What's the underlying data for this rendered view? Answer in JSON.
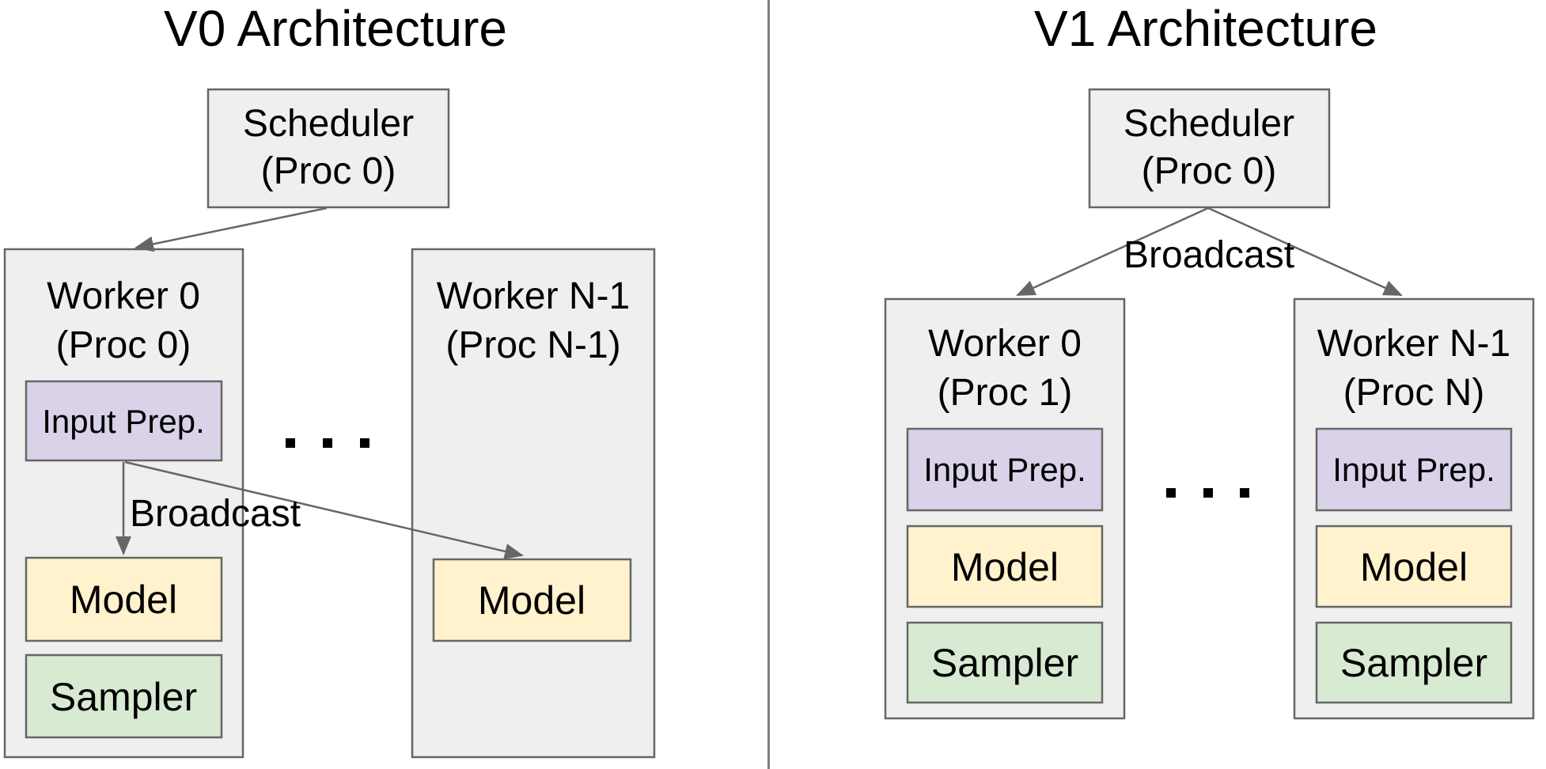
{
  "v0": {
    "title": "V0 Architecture",
    "scheduler": {
      "name": "Scheduler",
      "proc": "(Proc 0)"
    },
    "broadcast_label": "Broadcast",
    "worker0": {
      "name": "Worker 0",
      "proc": "(Proc 0)",
      "input_prep_label": "Input Prep.",
      "model_label": "Model",
      "sampler_label": "Sampler"
    },
    "workerN": {
      "name": "Worker N-1",
      "proc": "(Proc N-1)",
      "model_label": "Model"
    },
    "ellipsis": ". . ."
  },
  "v1": {
    "title": "V1 Architecture",
    "scheduler": {
      "name": "Scheduler",
      "proc": "(Proc 0)"
    },
    "broadcast_label": "Broadcast",
    "worker0": {
      "name": "Worker 0",
      "proc": "(Proc 1)",
      "input_prep_label": "Input Prep.",
      "model_label": "Model",
      "sampler_label": "Sampler"
    },
    "workerN": {
      "name": "Worker N-1",
      "proc": "(Proc N)",
      "input_prep_label": "Input Prep.",
      "model_label": "Model",
      "sampler_label": "Sampler"
    },
    "ellipsis": ". . ."
  },
  "colors": {
    "container_fill": "#efefef",
    "scheduler_fill": "#efefef",
    "input_prep_fill": "#d9d2e9",
    "model_fill": "#fff2cc",
    "sampler_fill": "#d9ead3",
    "border": "#666666",
    "arrow": "#666666",
    "divider": "#808080",
    "text": "#000000"
  }
}
